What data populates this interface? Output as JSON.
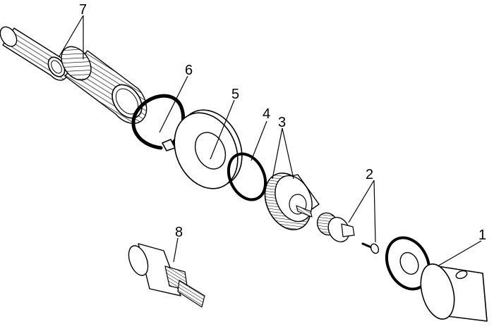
{
  "colors": {
    "line": "#000000",
    "fill": "#ffffff",
    "shade": "#bdbdbd",
    "dark": "#1a1a1a"
  },
  "diagram": {
    "callouts": [
      {
        "id": "c7",
        "label": "7"
      },
      {
        "id": "c6",
        "label": "6"
      },
      {
        "id": "c5",
        "label": "5"
      },
      {
        "id": "c4",
        "label": "4"
      },
      {
        "id": "c3",
        "label": "3"
      },
      {
        "id": "c2",
        "label": "2"
      },
      {
        "id": "c1",
        "label": "1"
      },
      {
        "id": "c8",
        "label": "8"
      }
    ]
  }
}
